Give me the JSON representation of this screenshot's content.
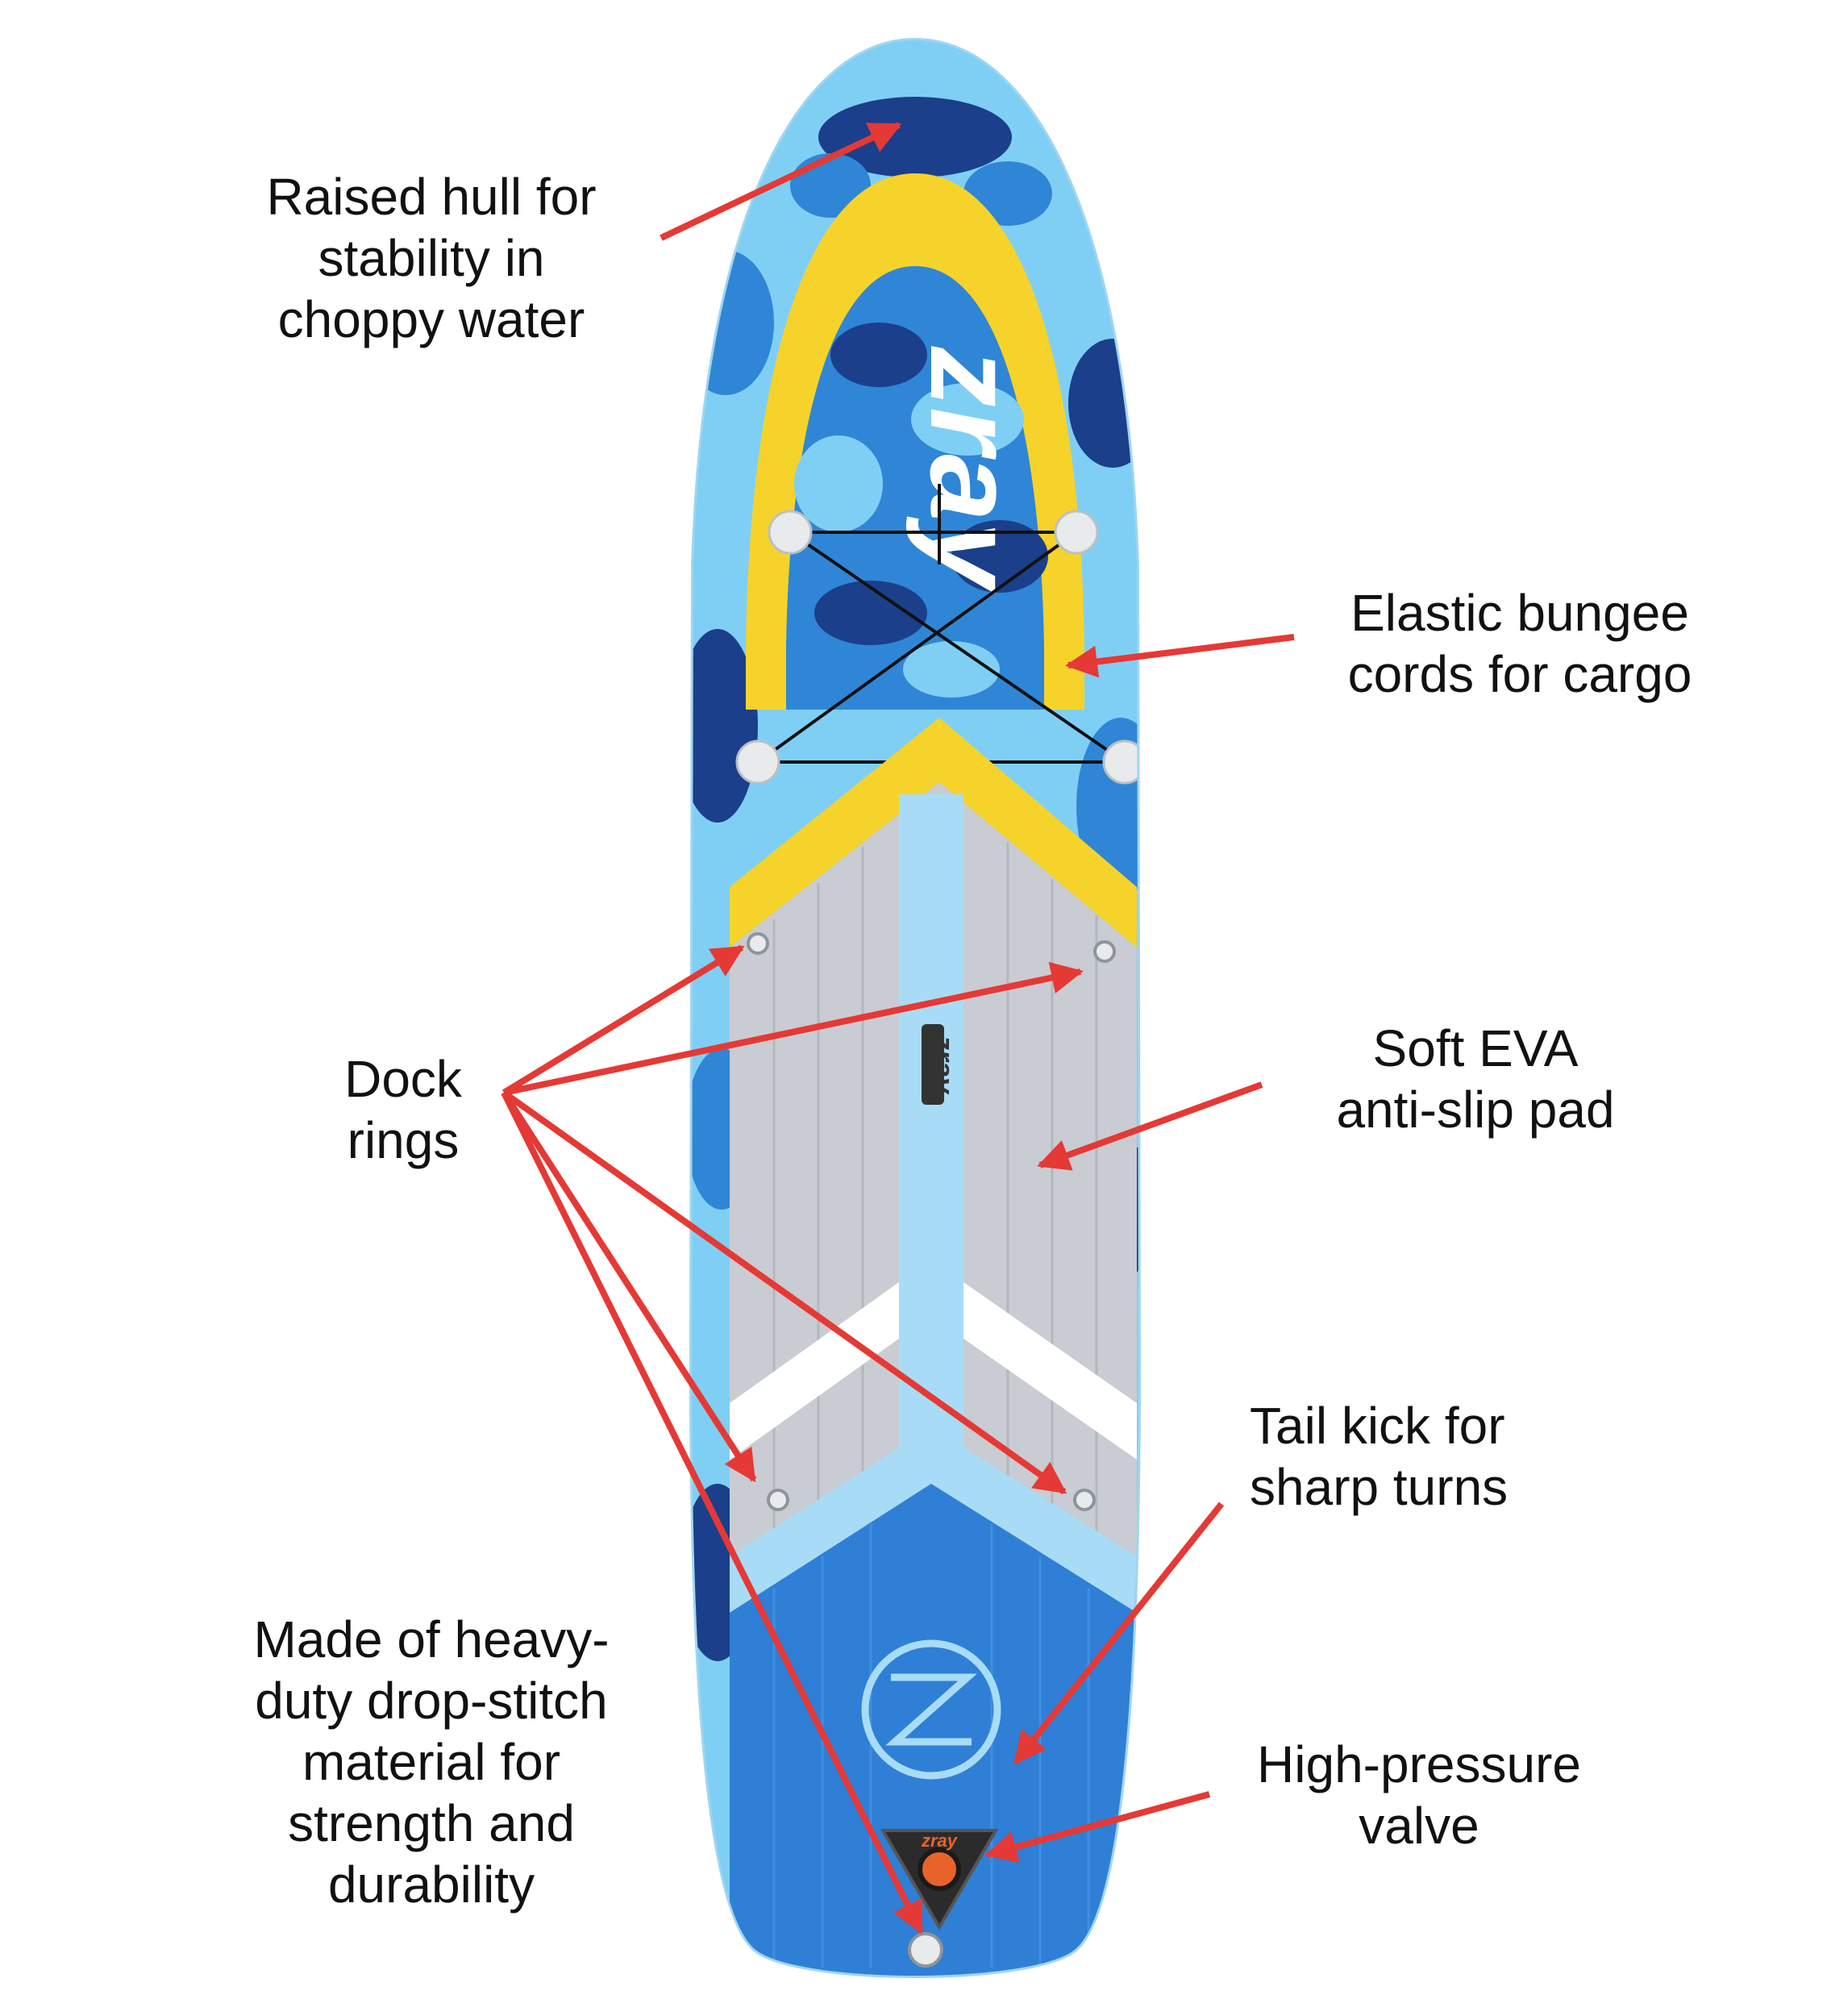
{
  "colors": {
    "arrow": "#e53935",
    "board_edge": "#5bbcea",
    "camo_light": "#7fcff5",
    "camo_mid": "#2f86d6",
    "camo_dark": "#1b3f8a",
    "yellow": "#f6d32a",
    "pad_gray": "#c9ccd2",
    "pad_stripe": "#a8dcf6",
    "tail_blue": "#2f7fd6",
    "white": "#ffffff"
  },
  "brand": {
    "logo_text": "zray",
    "pad_logo_text": "zray",
    "valve_logo_text": "zray"
  },
  "annotations": {
    "raised_hull": [
      "Raised hull for",
      "stability in",
      "choppy water"
    ],
    "bungee": [
      "Elastic bungee",
      "cords for cargo"
    ],
    "eva_pad": [
      "Soft EVA",
      "anti-slip pad"
    ],
    "dock_rings": [
      "Dock",
      "rings"
    ],
    "tail_kick": [
      "Tail kick for",
      "sharp turns"
    ],
    "valve": [
      "High-pressure",
      "valve"
    ],
    "material": [
      "Made of heavy-",
      "duty drop-stitch",
      "material for",
      "strength and",
      "durability"
    ]
  }
}
